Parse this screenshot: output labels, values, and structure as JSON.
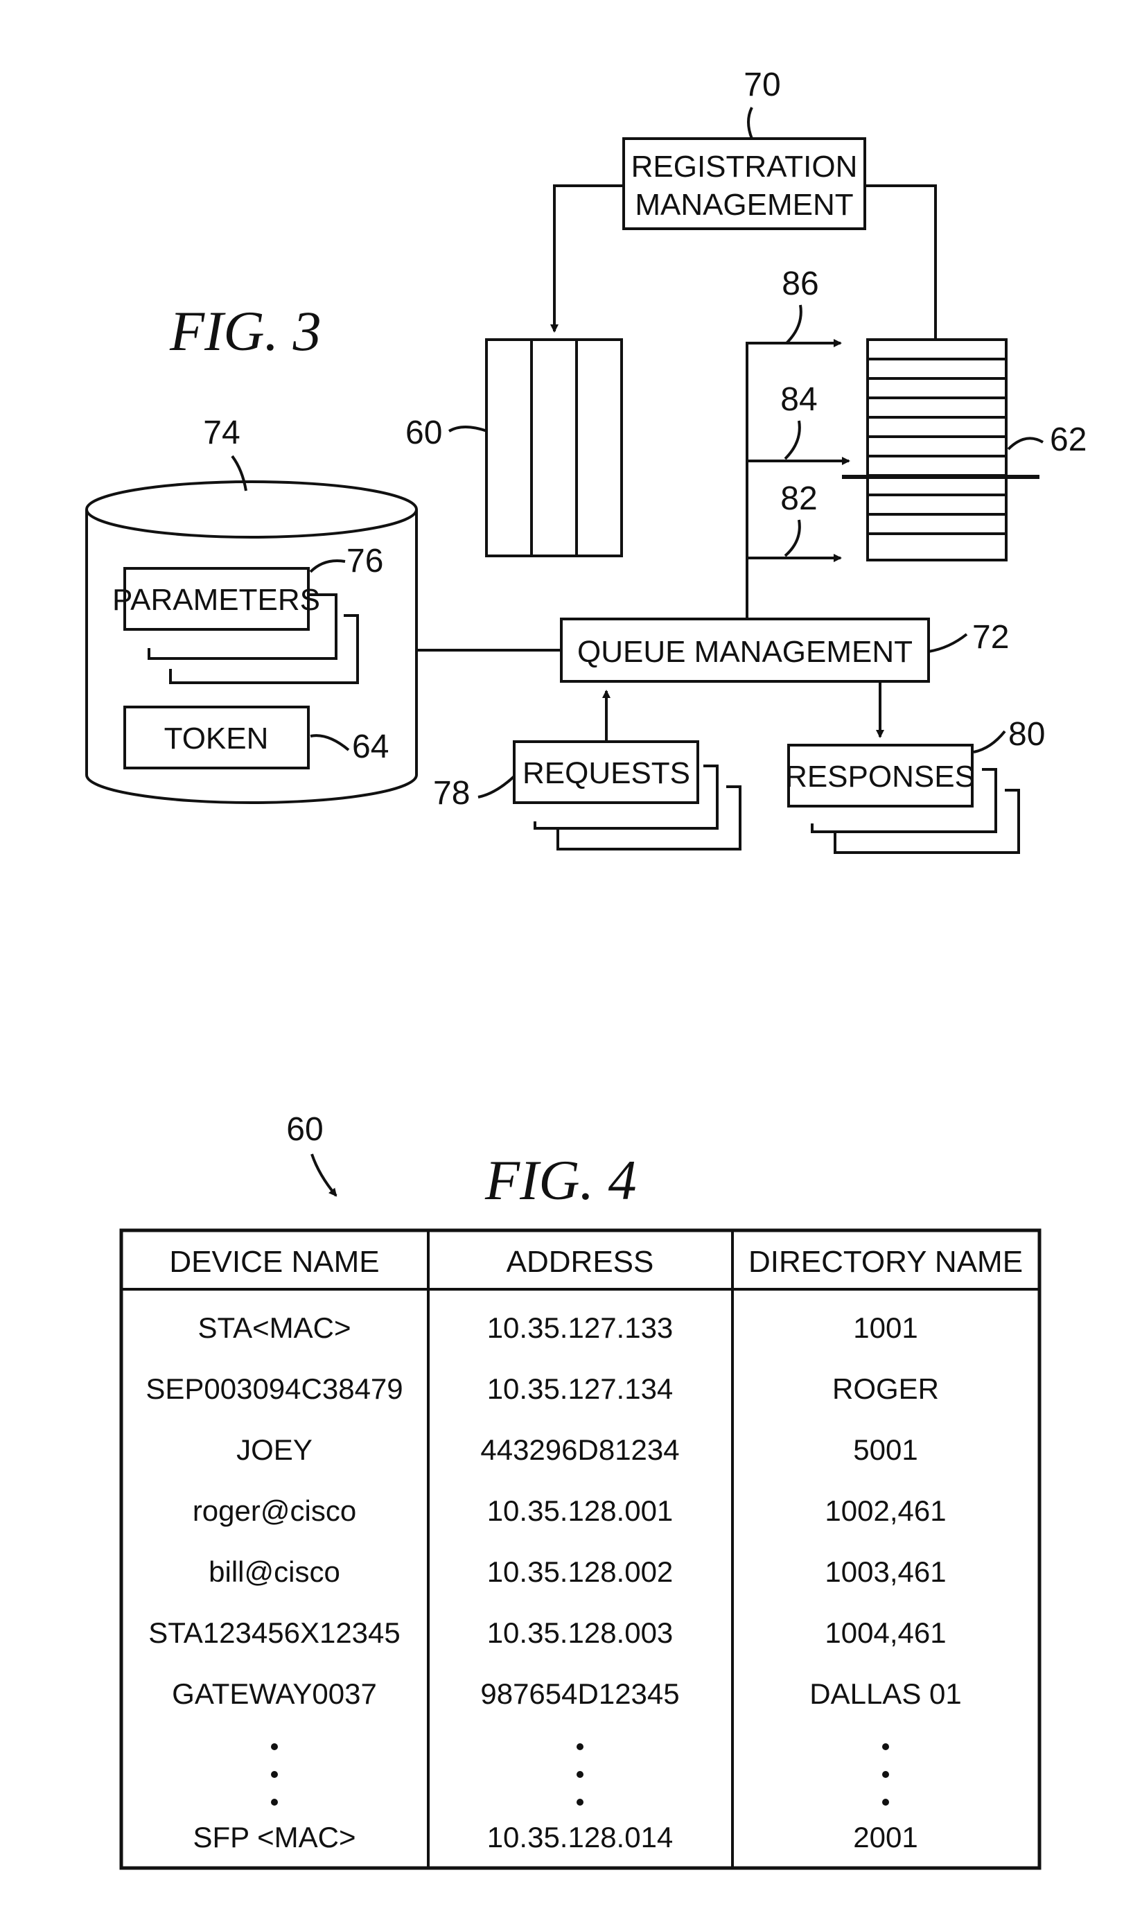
{
  "fig3": {
    "title": "FIG.  3",
    "registration": {
      "line1": "REGISTRATION",
      "line2": "MANAGEMENT",
      "ref": "70"
    },
    "table60_ref": "60",
    "queue62_ref": "62",
    "database": {
      "ref": "74",
      "parameters": "PARAMETERS",
      "parameters_ref": "76",
      "token": "TOKEN",
      "token_ref": "64"
    },
    "queue_management": {
      "label": "QUEUE  MANAGEMENT",
      "ref": "72"
    },
    "requests": {
      "label": "REQUESTS",
      "ref": "78"
    },
    "responses": {
      "label": "RESPONSES",
      "ref": "80"
    },
    "arrows": {
      "a86": "86",
      "a84": "84",
      "a82": "82"
    }
  },
  "fig4": {
    "title": "FIG.  4",
    "ref": "60",
    "headers": [
      "DEVICE  NAME",
      "ADDRESS",
      "DIRECTORY  NAME"
    ],
    "rows": [
      [
        "STA<MAC>",
        "10.35.127.133",
        "1001"
      ],
      [
        "SEP003094C38479",
        "10.35.127.134",
        "ROGER"
      ],
      [
        "JOEY",
        "443296D81234",
        "5001"
      ],
      [
        "roger@cisco",
        "10.35.128.001",
        "1002,461"
      ],
      [
        "bill@cisco",
        "10.35.128.002",
        "1003,461"
      ],
      [
        "STA123456X12345",
        "10.35.128.003",
        "1004,461"
      ],
      [
        "GATEWAY0037",
        "987654D12345",
        "DALLAS  01"
      ]
    ],
    "last_row": [
      "SFP  <MAC>",
      "10.35.128.014",
      "2001"
    ]
  }
}
